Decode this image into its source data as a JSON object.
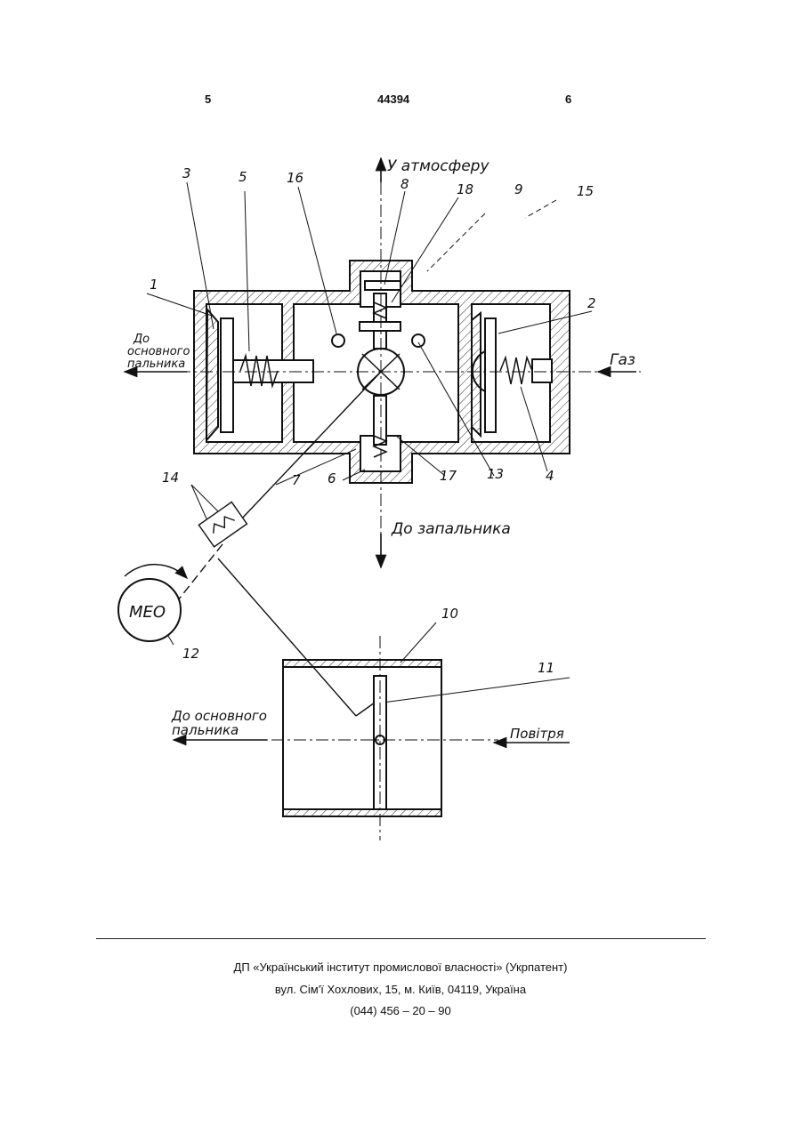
{
  "header": {
    "col_left": "5",
    "patent_number": "44394",
    "col_right": "6"
  },
  "drawing": {
    "labels": {
      "to_atmosphere": "У атмосферу",
      "gas": "Газ",
      "to_igniter": "До запальника",
      "to_main_burner_top_1": "До",
      "to_main_burner_top_2": "основного",
      "to_main_burner_top_3": "пальника",
      "to_main_burner_bottom_1": "До основного",
      "to_main_burner_bottom_2": "пальника",
      "air": "Повітря",
      "meo": "МЕО"
    },
    "callouts": {
      "n1": "1",
      "n2": "2",
      "n3": "3",
      "n4": "4",
      "n5": "5",
      "n6": "6",
      "n7": "7",
      "n8": "8",
      "n9": "9",
      "n10": "10",
      "n11": "11",
      "n12": "12",
      "n13": "13",
      "n14": "14",
      "n15": "15",
      "n16": "16",
      "n17": "17",
      "n18": "18"
    }
  },
  "footer": {
    "line1": "ДП «Український інститут промислової власності» (Укрпатент)",
    "line2": "вул. Сім'ї Хохлових, 15, м. Київ, 04119, Україна",
    "line3": "(044) 456 – 20 –  90"
  }
}
